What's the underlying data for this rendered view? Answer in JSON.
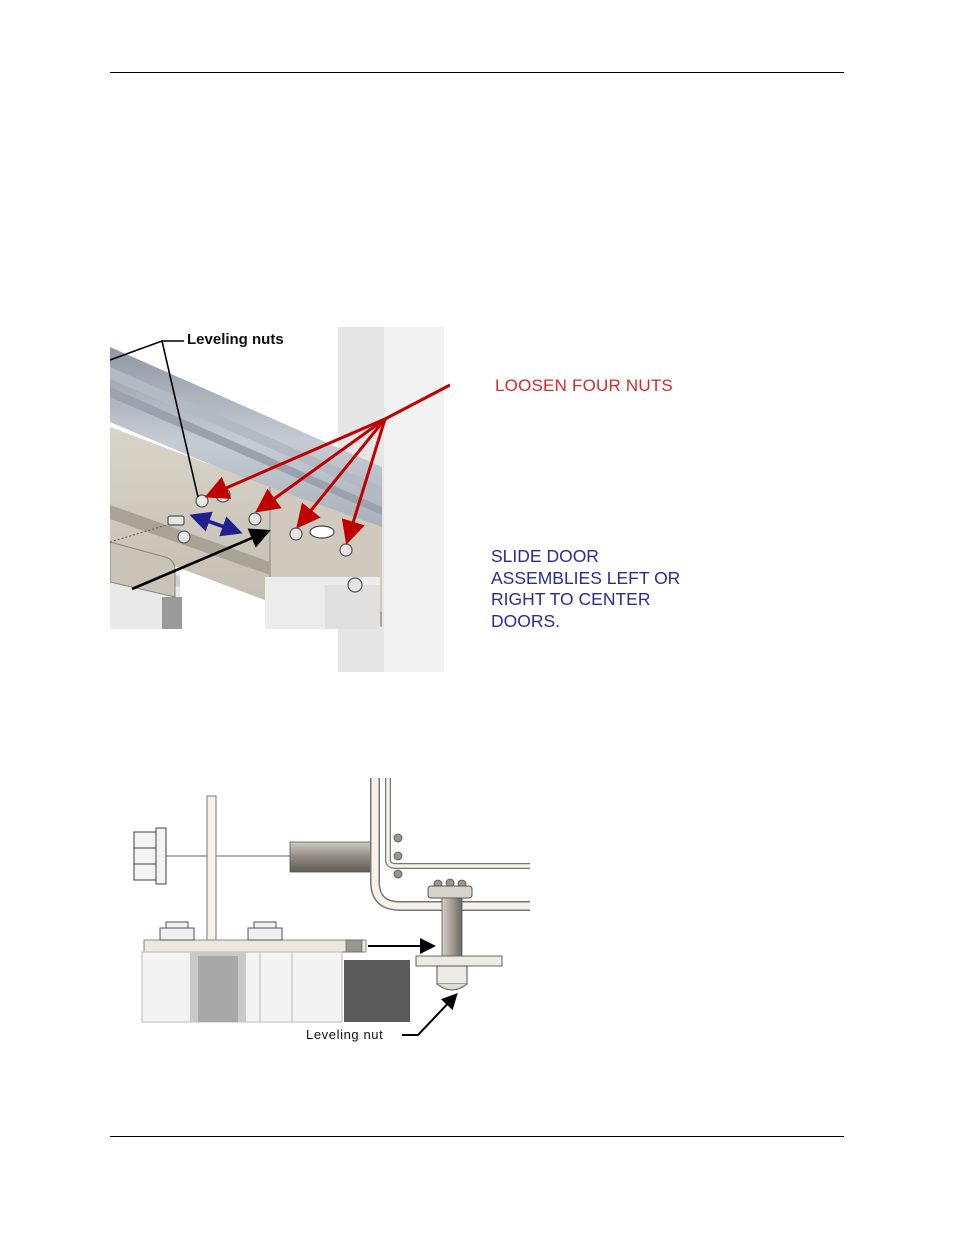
{
  "figure1": {
    "leveling_label": "Leveling nuts",
    "loosen_callout": "LOOSEN FOUR NUTS",
    "slide_callout_lines": [
      "SLIDE DOOR",
      "ASSEMBLIES LEFT OR",
      "RIGHT TO CENTER",
      "DOORS."
    ],
    "colors": {
      "loosen_arrow": "#c00000",
      "slide_arrow": "#1f1f8f",
      "pointer_arrow": "#000000"
    }
  },
  "figure2": {
    "leveling_label": "Leveling nut"
  }
}
